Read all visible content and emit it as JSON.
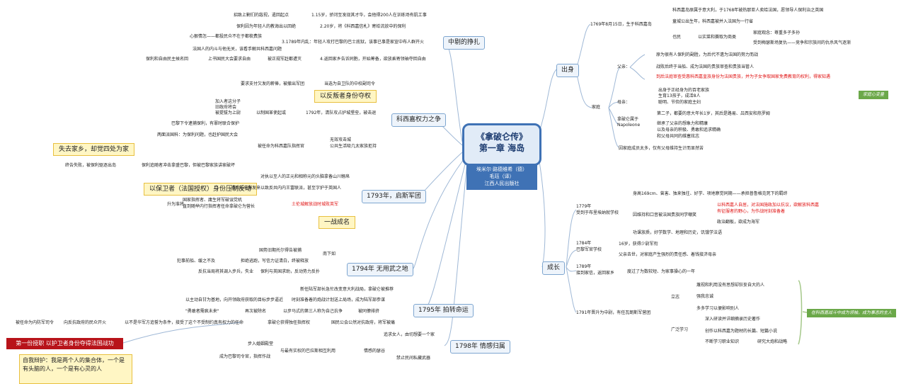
{
  "center": {
    "title1": "《拿破仑传》",
    "title2": "第一章 海岛"
  },
  "author": {
    "line1": "埃米尔·路德维希（德）",
    "line2": "毛珏（译）",
    "line3": "江西人民出版社"
  },
  "branches": {
    "chushen": "出身",
    "chengzhang": "成长",
    "zhongbie": "中剔的挣扎",
    "keixijia": "科西嘉权力之争",
    "y1793": "1793年，启斯军团",
    "y1794": "1794年 无用武之地",
    "y1795": "1795年 拍转命运",
    "y1798": "1798年 情感归属"
  },
  "notes": {
    "n1": "以反叛者身份夺权",
    "n2": "失去家乡，却觉四处为家",
    "n3": "以保卫者（法国授权）身份压制反动",
    "n4": "一战成名",
    "red_box": "第一份授职 以护卫者身份夺得法国战功",
    "self": "自我辩护：我是两个人的集合体，一个是有头脑的人，一个是有心灵的人"
  },
  "greens": {
    "g1": "家庭心变量",
    "g2": "在科西嘉战斗中成为领袖，成为事态的主人"
  },
  "right": {
    "r1": "1769年8月15日，生于科西嘉岛",
    "r2": "科西嘉岛原属于意大利，于1768年被热那亚人卖给法国，愿领导人保利治之英国",
    "r3": "童城公出生年，科西嘉被并入法国为一行省",
    "r4": "也民",
    "r5": "以实菜和赛取为商类",
    "r6": "家庭观念：尊重多子多孙",
    "r7": "受到梅瑟斯场复仇——竞争和宗族间的仇杀风气逐渐",
    "r8": "父亲：",
    "r9": "原为很有人保利的副胜，为后代不遗为法国的努力而战",
    "r10": "战败后终于当船、成为法国的贵族审查和贵族当管人",
    "r11": "到后法庭审查受惠科西嘉皇族身份为法国贵族，并为子女争取国家免费教育的权利，得家知遇",
    "r12": "家庭",
    "r13": "母亲：",
    "r14": "出身于正经身为的百老家族",
    "r15": "生育13孩子，成活8人",
    "r16": "聪明、节俭的家庭主妇",
    "r17": "拿破仑属于",
    "r18": "Napoleone",
    "r19": "第二子，都要的意大年长1岁，其后是路易、吕西安和热罗姆",
    "r20": "继承了父亲的想象力和精康",
    "r21": "以及母亲的积极、勇敢和追求精确",
    "r22": "和父母共同的维塞炫志",
    "r23": "因家庭成员太多，仅有父母维持生计而显然苦",
    "c1": "1779年",
    "c2": "受到于布里埃纳就学校",
    "c3": "身高169cm、曾害、独来独往、好学、项地察觉同期——承担普鲁格克死下的羁绊",
    "c4": "因维持和口音被法国贵族同学嘲笑",
    "c5": "以科西嘉人自居，对法国施政加以抗议，欲解放科西嘉",
    "c6": "有征服者的野心，为作战时刻准备着",
    "c7": "政治翻板，欲成为海军",
    "c8": "功课放质，好学数学、地理和历史，饥饿学法语",
    "c9": "1784年",
    "c10": "巴黎军官学校",
    "c11": "16岁，获得少尉军衔",
    "c12": "父亲去世，对家庭产生强烈的责任感、着钱接济母亲",
    "c13": "1789年",
    "c14": "接到家信，返回家乡",
    "c15": "度过了为数较短、为家事操心的一年",
    "c16": "1791年晋升为中尉，有任瓦朗斯军营团",
    "c17": "立志",
    "c18": "蔑视和利用没有思想却狂妄自大的人",
    "c19": "强我忠诚",
    "c20": "多多学习以便影响别人",
    "c21": "广泛学习",
    "c22": "深入研读并详细摘录历史著作",
    "c23": "创作以科西嘉为题材的长篇、短篇小说",
    "c24": "不断学习职业知识",
    "c25": "研究大炮和战略"
  },
  "left": {
    "z1": "1.15岁，骄诃至发现其才华，会他得200人在训练场有肌工事",
    "z2": "招致上剿们的敌视，遣回起点",
    "z3": "2.20岁，将《科西嘉信札》寄给流放中的保利",
    "z4": "保利因为年轻人的教诲出以回绝",
    "z5": "3.1789年内乱：年轻人攻打巴黎的巴士底狱，该事已事是家宣中布人群开火",
    "z6": "心狠情怎——都投民众不在于都梳费族",
    "z7": "法国人的内斗与他无关，该看手解共科西嘉问题",
    "z8": "4.返回家乡告诉同胞，开始筹备，欲放乘寄领袖夺回自由",
    "z9": "被正规军赶都遭灭",
    "z10": "上书国民大会要求自由",
    "z11": "保利和自由民主候名回",
    "k1": "要求支付欠发的薪俸，被撤出军团",
    "k2": "当选为自卫队的中校副司令",
    "k3": "加入者这分子",
    "k4": "旧政府将会",
    "k5": "被提拔为上尉",
    "k6": "以制国革使起或",
    "k7": "1792年，清队攻占护城堡垒，被击退",
    "k8": "巴黎下令逮捕保利，有罪时联合保护",
    "k9": "两面派国科：为保利问题，也赶护国民大会",
    "k10": "被任命为科西嘉队指挥官",
    "k11": "无效攻击城",
    "k12": "公共生活吸几太家族拒持",
    "k13": "保利追随者冲击拿盛巴黎，但被巴黎家族讲家破坏",
    "k14": "终告失败，被保利驱逐出岛",
    "a1": "对执以至人的正元和相称元的头脑拿备山川翱帛",
    "a2": "战后革命爆发来以致反共内内王富联派，甚至字护于英国人",
    "a3": "国家指挥者、庸生将军破误党机",
    "a4": "直到随举内行指挥者任命拿破仑为营长",
    "a5": "升为准将",
    "a6": "土伦城解放战时城败英军",
    "b1": "南下如",
    "b2": "国势旧期托尔得告被捕",
    "b3": "犯事前船、缓之不及",
    "b4": "担绝逃跑，写信力证清白，终被释放",
    "b5": "反抗当局将其调入步兵，失业",
    "b6": "保利与英国求助，反动势力反扑",
    "e1": "新任陆军部长急忙改变意大利战局，拿破仑被推荐",
    "e2": "时刻准备着的炮战计划送上局场，成为陆军部参谋",
    "e3": "以主动自甘为基地，向开领政府获取的目标步步逼近",
    "e4": "\"勇敢者需疯未来\"",
    "e5": "再次被除名",
    "e6": "以步马式的第三人称为自己抗争",
    "e7": "被同僚排挤",
    "e8": "被任命为内防军司令",
    "e9": "向反抗政府的民众开火",
    "e10": "以不是华军方追誓为条件，接受了这个不受制约真有权力的任命",
    "e11": "拿破仑获得独任指挥权",
    "e12": "国民公会公然对抗政府，将军被痛",
    "f1": "追求女人，由切想要一个家",
    "f2": "步入婚姻殿堂",
    "f3": "与最有实权的巴拉斯相互利用",
    "f4": "情感的瑟谷",
    "f5": "禁止民间私藏武器",
    "f6": "成为巴黎司令官，指挥作战"
  }
}
